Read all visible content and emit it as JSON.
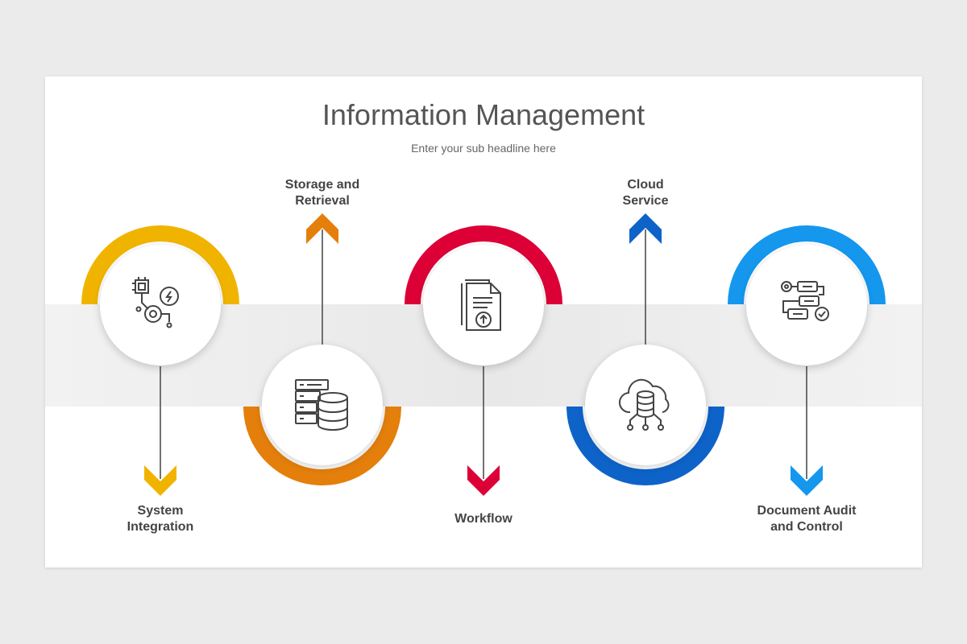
{
  "title": "Information Management",
  "subtitle": "Enter your sub headline here",
  "steps": [
    {
      "line1": "System",
      "line2": "Integration",
      "color": "#f0b400",
      "icon": "gears-chip-icon"
    },
    {
      "line1": "Storage and",
      "line2": "Retrieval",
      "color": "#e47f0c",
      "icon": "server-database-icon"
    },
    {
      "line1": "Workflow",
      "line2": "",
      "color": "#dc0037",
      "icon": "document-upload-icon"
    },
    {
      "line1": "Cloud",
      "line2": "Service",
      "color": "#0e63c9",
      "icon": "cloud-database-icon"
    },
    {
      "line1": "Document Audit",
      "line2": "and Control",
      "color": "#1597ee",
      "icon": "workflow-check-icon"
    }
  ]
}
